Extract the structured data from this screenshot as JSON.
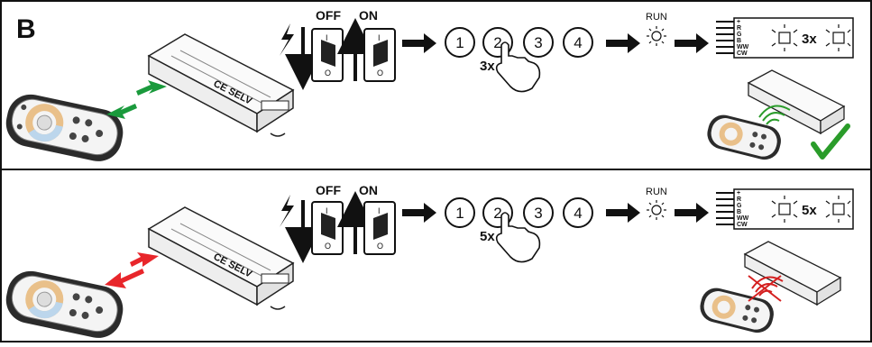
{
  "section_letter": "B",
  "rows": [
    {
      "switch_off_label": "OFF",
      "switch_on_label": "ON",
      "buttons": [
        "1",
        "2",
        "3",
        "4"
      ],
      "press_count": "3x",
      "run_label": "RUN",
      "blink_count": "3x",
      "wire_labels": [
        "+",
        "R",
        "G",
        "B",
        "WW",
        "CW"
      ],
      "result": "pairing-success"
    },
    {
      "switch_off_label": "OFF",
      "switch_on_label": "ON",
      "buttons": [
        "1",
        "2",
        "3",
        "4"
      ],
      "press_count": "5x",
      "run_label": "RUN",
      "blink_count": "5x",
      "wire_labels": [
        "+",
        "R",
        "G",
        "B",
        "WW",
        "CW"
      ],
      "result": "pairing-cleared"
    }
  ],
  "colors": {
    "pair_arrow": "#1a9a3c",
    "unpair_arrow": "#e8262b",
    "check": "#2a9c2a",
    "signal_ok": "#2a9c2a",
    "signal_cross": "#d42020"
  }
}
